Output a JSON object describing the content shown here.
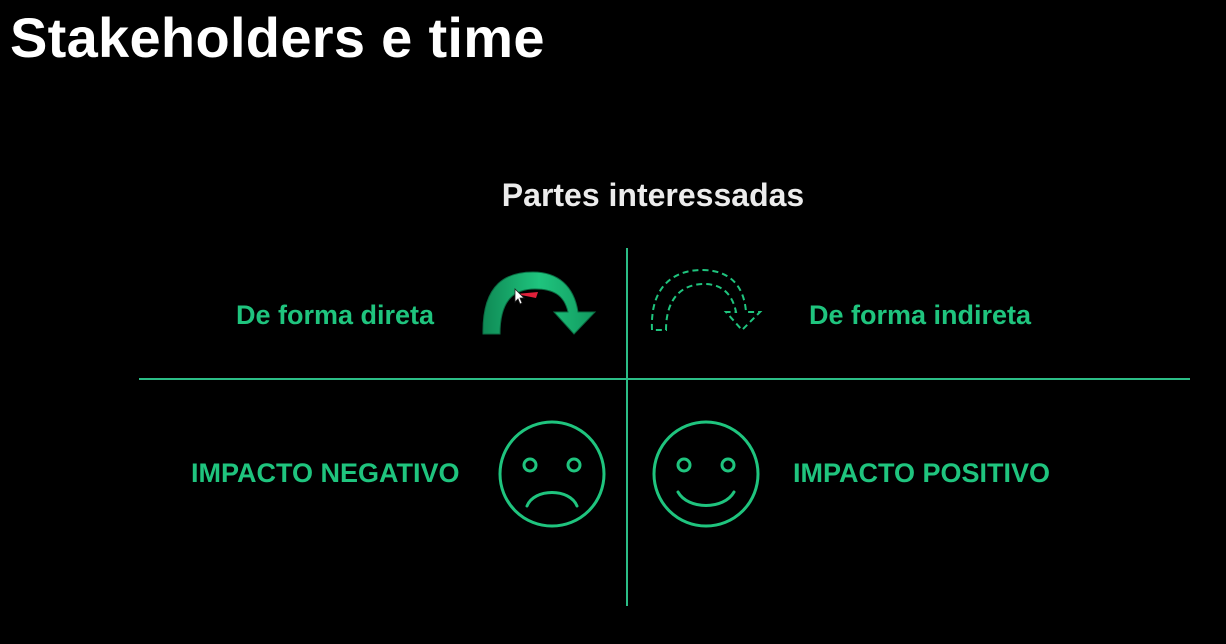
{
  "slide": {
    "title": "Stakeholders e time",
    "subtitle": "Partes interessadas"
  },
  "quadrants": {
    "top_left": {
      "label": "De forma direta",
      "icon": "curved-arrow-solid-icon"
    },
    "top_right": {
      "label": "De forma indireta",
      "icon": "curved-arrow-dashed-icon"
    },
    "bottom_left": {
      "label": "IMPACTO NEGATIVO",
      "icon": "sad-face-icon"
    },
    "bottom_right": {
      "label": "IMPACTO POSITIVO",
      "icon": "happy-face-icon"
    }
  },
  "colors": {
    "background": "#000000",
    "title": "#ffffff",
    "accent": "#1fc47e",
    "lines": "#2bbd86",
    "pointer": "#e0203a"
  }
}
